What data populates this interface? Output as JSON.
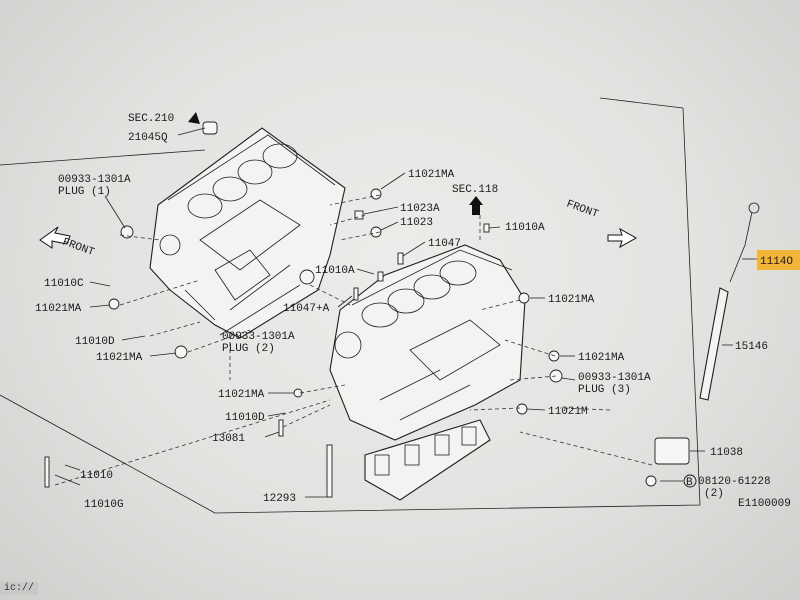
{
  "figure_code": "E1100009",
  "url_stub": "ic://",
  "highlight_color": "#f3b43a",
  "labels": {
    "sec210": "SEC.210",
    "p21045q": "21045Q",
    "p00933_plug1_pn": "00933-1301A",
    "p00933_plug1_plug": "PLUG (1)",
    "front_left": "FRONT",
    "p11010c": "11010C",
    "p11021ma_left": "11021MA",
    "p11010d_left": "11010D",
    "p11021ma_bottom_left": "11021MA",
    "p11010_main": "11010",
    "p11010g": "11010G",
    "p11021ma_top": "11021MA",
    "p11023a": "11023A",
    "p11023": "11023",
    "p11047": "11047",
    "p11010a_mid": "11010A",
    "p11047a": "11047+A",
    "p00933_plug2_pn": "00933-1301A",
    "p00933_plug2_plug": "PLUG (2)",
    "sec118": "SEC.118",
    "p11010a_right": "11010A",
    "front_right": "FRONT",
    "p1114x": "1114O",
    "p11021ma_r1": "11021MA",
    "p11021ma_r2": "11021MA",
    "p00933_plug3_pn": "00933-1301A",
    "p00933_plug3_plug": "PLUG (3)",
    "p11021m": "11021M",
    "p15146": "15146",
    "p11021ma_bl2": "11021MA",
    "p11010d_bl2": "11010D",
    "p13081": "13081",
    "p12293": "12293",
    "p11038": "11038",
    "p08120": "08120-61228",
    "p08120_qty": "(2)",
    "bolt_symbol": "B"
  }
}
